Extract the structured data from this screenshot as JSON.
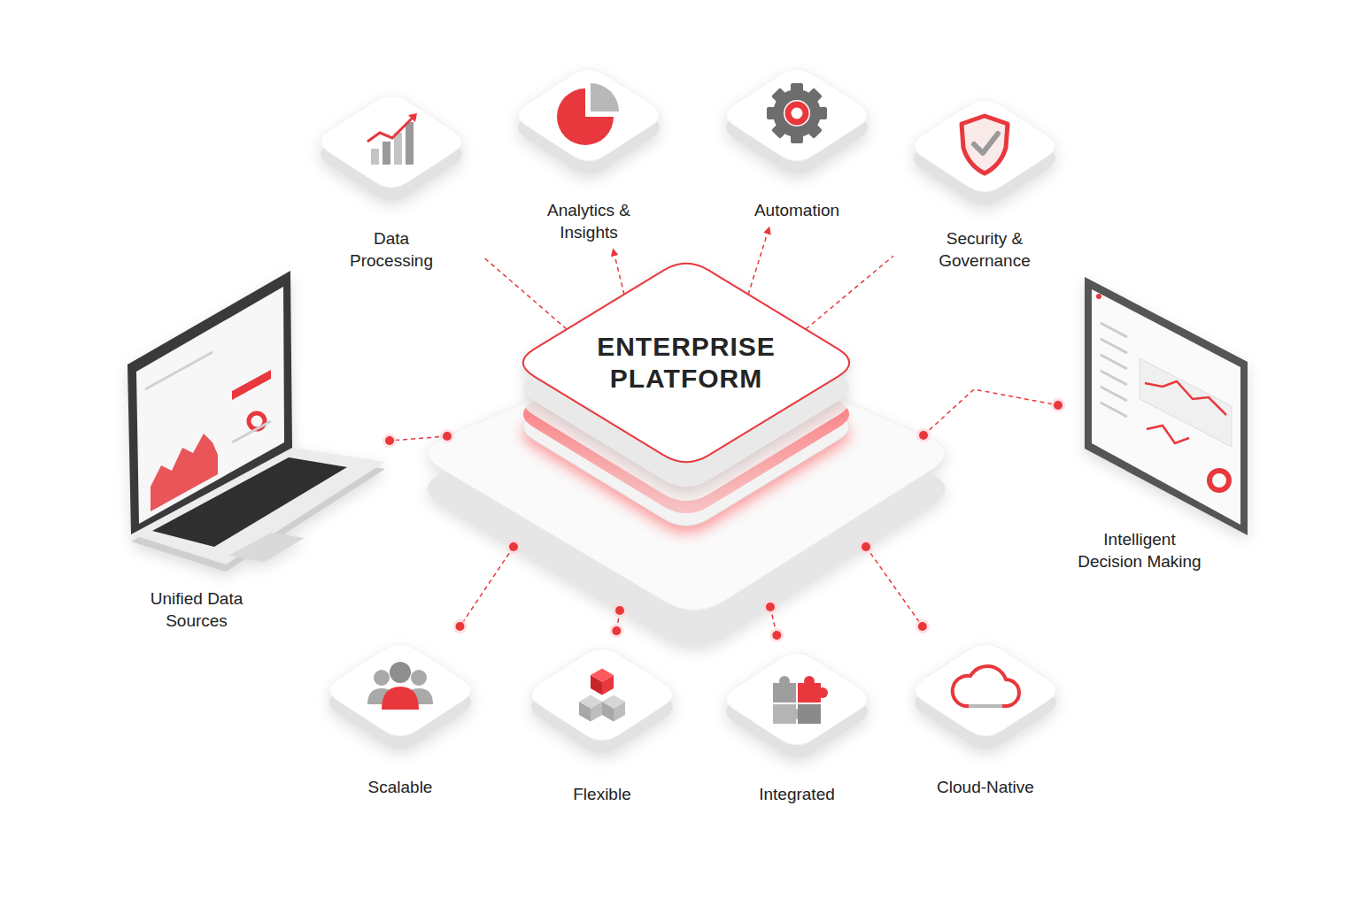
{
  "diagram": {
    "nodes": [
      {
        "text": [
          "Data Processing"
        ]
      },
      {
        "text": [
          "Analytics & Insights"
        ]
      },
      {
        "text": [
          "Automation"
        ]
      },
      {
        "text": [
          "Security & Governance"
        ]
      },
      {
        "text": [
          "ENTERPRISE PLATFORM"
        ]
      },
      {
        "text": [
          "Unified Data Sources"
        ]
      },
      {
        "text": [
          "Intelligent Decision Making"
        ]
      },
      {
        "text": [
          "Scalable"
        ]
      },
      {
        "text": [
          "Flexible"
        ]
      },
      {
        "text": [
          "Integrated"
        ]
      },
      {
        "text": [
          "Cloud-Native"
        ]
      }
    ],
    "edges": [
      {
        "from": 4,
        "to": 0,
        "arrow": "none"
      },
      {
        "from": 4,
        "to": 1,
        "arrow": "to"
      },
      {
        "from": 4,
        "to": 2,
        "arrow": "to"
      },
      {
        "from": 4,
        "to": 3,
        "arrow": "none"
      },
      {
        "from": 4,
        "to": 5,
        "arrow": "none"
      },
      {
        "from": 4,
        "to": 6,
        "arrow": "none"
      },
      {
        "from": 4,
        "to": 7,
        "arrow": "none"
      },
      {
        "from": 4,
        "to": 8,
        "arrow": "none"
      },
      {
        "from": 4,
        "to": 9,
        "arrow": "none"
      },
      {
        "from": 4,
        "to": 10,
        "arrow": "none"
      }
    ]
  }
}
